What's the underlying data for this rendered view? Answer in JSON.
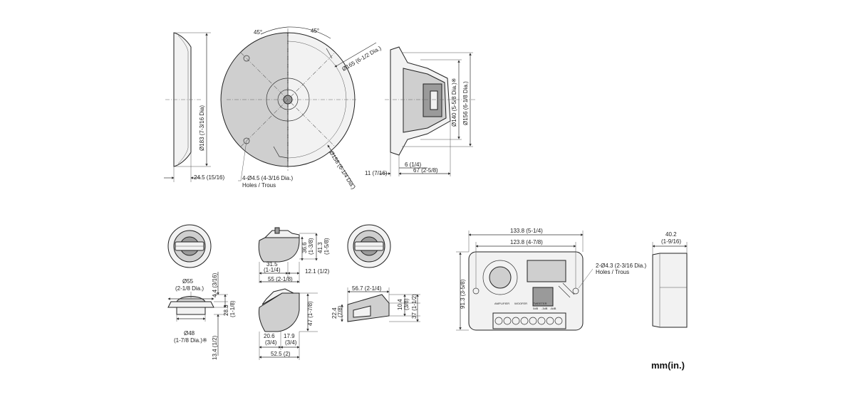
{
  "woofer": {
    "angle_left": "45°",
    "angle_right": "45°",
    "dia_outer": "Ø183 (7-3/16 Dia)",
    "dia_165": "Ø165 (6-1/2 Dia.)",
    "dia_158": "Ø158 (6-1/4 Dia.)",
    "depth_flange": "24.5 (15/16)",
    "holes_line1": "4-Ø4.5 (4-3/16 Dia.)",
    "holes_line2": "Holes / Trous",
    "dia_140": "Ø140 (5-5/8 Dia.)※",
    "dia_156": "Ø156 (6-1/8 Dia.)",
    "depth_6": "6 (1/4)",
    "depth_11": "11 (7/16)",
    "depth_67": "67 (2-5/8)"
  },
  "tweeter_flush": {
    "dia_55": "Ø55",
    "dia_55_in": "(2-1/8 Dia.)",
    "h_4_4": "4.4 (3/16)",
    "h_28_3": "28.3",
    "h_28_3_in": "(1-1/8)",
    "dia_48": "Ø48",
    "dia_48_in": "(1-7/8 Dia.)※",
    "h_13_4": "13.4 (1/2)"
  },
  "tweeter_surface": {
    "h_36_6": "36.6",
    "h_36_6_in": "(1-3/8)",
    "h_41_3": "41.3",
    "h_41_3_in": "(1-5/8)",
    "w_31_5": "31.5",
    "w_31_5_in": "(1-1/4)",
    "w_12_1": "12.1 (1/2)",
    "w_55": "55 (2-1/8)",
    "h_47": "47 (1-7/8)",
    "w_20_6": "20.6",
    "w_20_6_in": "(3/4)",
    "w_17_9": "17.9",
    "w_17_9_in": "(3/4)",
    "w_52_5": "52.5 (2)"
  },
  "tweeter_angle": {
    "w_56_7": "56.7 (2-1/4)",
    "h_22_4": "22.4",
    "h_22_4_in": "(7/8)",
    "h_10_4": "10.4",
    "h_10_4_in": "(3/8)",
    "h_37": "37 (1-1/2)"
  },
  "crossover": {
    "w_133_8": "133.8 (5-1/4)",
    "w_123_8": "123.8 (4-7/8)",
    "holes_line1": "2-Ø4.3 (2-3/16 Dia.)",
    "holes_line2": "Holes / Trous",
    "h_91_3": "91.3 (3-5/8)",
    "w_40_2": "40.2",
    "w_40_2_in": "(1-9/16)",
    "label_amplifier": "AMPLIFIER",
    "label_woofer": "WOOFER",
    "label_tweeter": "TWEETER",
    "label_0db": "0dB",
    "label_3db": "-3dB",
    "label_6db": "-6dB"
  },
  "units": "mm(in.)"
}
